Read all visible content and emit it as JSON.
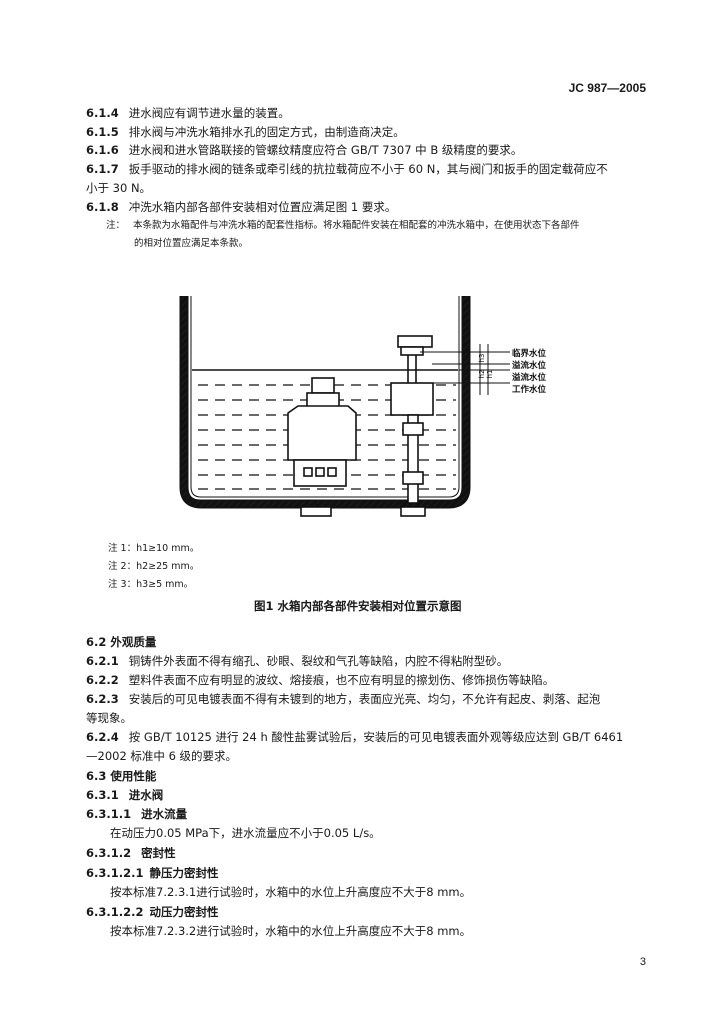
{
  "header": {
    "doc_id": "JC 987—2005"
  },
  "clauses_top": [
    {
      "num": "6.1.4",
      "text": "进水阀应有调节进水量的装置。"
    },
    {
      "num": "6.1.5",
      "text": "排水阀与冲洗水箱排水孔的固定方式，由制造商决定。"
    },
    {
      "num": "6.1.6",
      "text": "进水阀和进水管路联接的管螺纹精度应符合 GB/T 7307 中 B 级精度的要求。"
    },
    {
      "num": "6.1.7",
      "text": "扳手驱动的排水阀的链条或牵引线的抗拉载荷应不小于 60 N，其与阀门和扳手的固定载荷应不",
      "cont": "小于 30 N。"
    },
    {
      "num": "6.1.8",
      "text": "冲洗水箱内部各部件安装相对位置应满足图 1 要求。"
    }
  ],
  "note_main": {
    "label": "注：",
    "text": "本条款为水箱配件与冲洗水箱的配套性指标。将水箱配件安装在相配套的冲洗水箱中，在使用状态下各部件",
    "cont": "的相对位置应满足本条款。"
  },
  "figure": {
    "dim_labels": [
      "h3",
      "h2",
      "h1"
    ],
    "level_labels": [
      "临界水位",
      "溢流水位",
      "溢流水位",
      "工作水位"
    ],
    "notes": [
      "注 1：h1≥10 mm。",
      "注 2：h2≥25 mm。",
      "注 3：h3≥5 mm。"
    ],
    "caption": "图1   水箱内部各部件安装相对位置示意图"
  },
  "section_6_2": {
    "heading": "6.2  外观质量",
    "items": [
      {
        "num": "6.2.1",
        "text": "铜铸件外表面不得有缩孔、砂眼、裂纹和气孔等缺陷，内腔不得粘附型砂。"
      },
      {
        "num": "6.2.2",
        "text": "塑料件表面不应有明显的波纹、熔接痕，也不应有明显的擦划伤、修饰损伤等缺陷。"
      },
      {
        "num": "6.2.3",
        "text": "安装后的可见电镀表面不得有未镀到的地方，表面应光亮、均匀，不允许有起皮、剥落、起泡",
        "cont": "等现象。"
      },
      {
        "num": "6.2.4",
        "text": "按 GB/T 10125 进行 24 h 酸性盐雾试验后，安装后的可见电镀表面外观等级应达到 GB/T 6461",
        "cont": "—2002 标准中 6 级的要求。"
      }
    ]
  },
  "section_6_3": {
    "heading": "6.3  使用性能",
    "h631": {
      "num": "6.3.1",
      "title": "进水阀"
    },
    "h6311": {
      "num": "6.3.1.1",
      "title": "进水流量"
    },
    "p6311": "在动压力0.05 MPa下，进水流量应不小于0.05 L/s。",
    "h6312": {
      "num": "6.3.1.2",
      "title": "密封性"
    },
    "h63121": {
      "num": "6.3.1.2.1",
      "title": "静压力密封性"
    },
    "p63121": "按本标准7.2.3.1进行试验时，水箱中的水位上升高度应不大于8 mm。",
    "h63122": {
      "num": "6.3.1.2.2",
      "title": "动压力密封性"
    },
    "p63122": "按本标准7.2.3.2进行试验时，水箱中的水位上升高度应不大于8 mm。"
  },
  "footer": {
    "page_number": "3"
  }
}
